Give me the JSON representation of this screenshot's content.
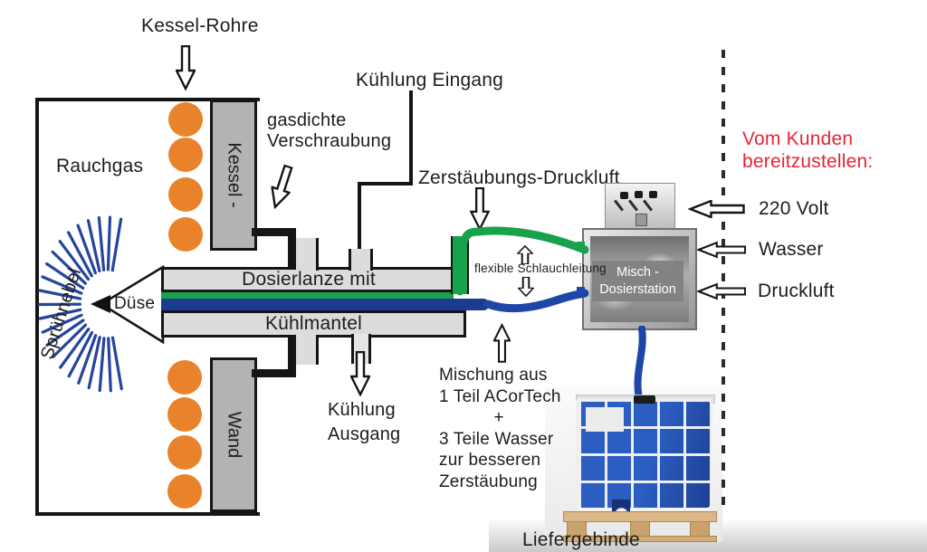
{
  "labels": {
    "kessel_rohre": "Kessel-Rohre",
    "rauchgas": "Rauchgas",
    "spruehnebel": "Sprühnebel",
    "duese": "Düse",
    "kessel_wall": "Kessel -",
    "wand": "Wand",
    "gasdichte_1": "gasdichte",
    "gasdichte_2": "Verschraubung",
    "kuehlung_eingang": "Kühlung Eingang",
    "zerstaeubungs_druckluft": "Zerstäubungs-Druckluft",
    "dosierlanze": "Dosierlanze mit",
    "kuehlmantel": "Kühlmantel",
    "flexible_schlauchleitung": "flexible Schlauchleitung",
    "kuehlung_ausgang_1": "Kühlung",
    "kuehlung_ausgang_2": "Ausgang",
    "liefergebinde": "Liefergebinde"
  },
  "mixture_note": {
    "lines": [
      "Mischung aus",
      "1 Teil ACorTech",
      "+",
      "3 Teile Wasser",
      "zur besseren",
      "Zerstäubung"
    ]
  },
  "station": {
    "line1": "Misch -",
    "line2": "Dosierstation"
  },
  "customer_side": {
    "heading_line1": "Vom Kunden",
    "heading_line2": "bereitzustellen:",
    "items": [
      {
        "label": "220 Volt"
      },
      {
        "label": "Wasser"
      },
      {
        "label": "Druckluft"
      }
    ]
  },
  "colors": {
    "tube_orange": "#E8832C",
    "hose_green": "#18A24B",
    "lance_blue": "#1C3A8E",
    "hose_blue": "#1D46A8",
    "wall_gray": "#B3B3B3",
    "lance_gray": "#DCDCDC",
    "customer_red": "#E32636",
    "pallet_wood": "#DCB888",
    "tank_blue": "#2B5EC0"
  }
}
